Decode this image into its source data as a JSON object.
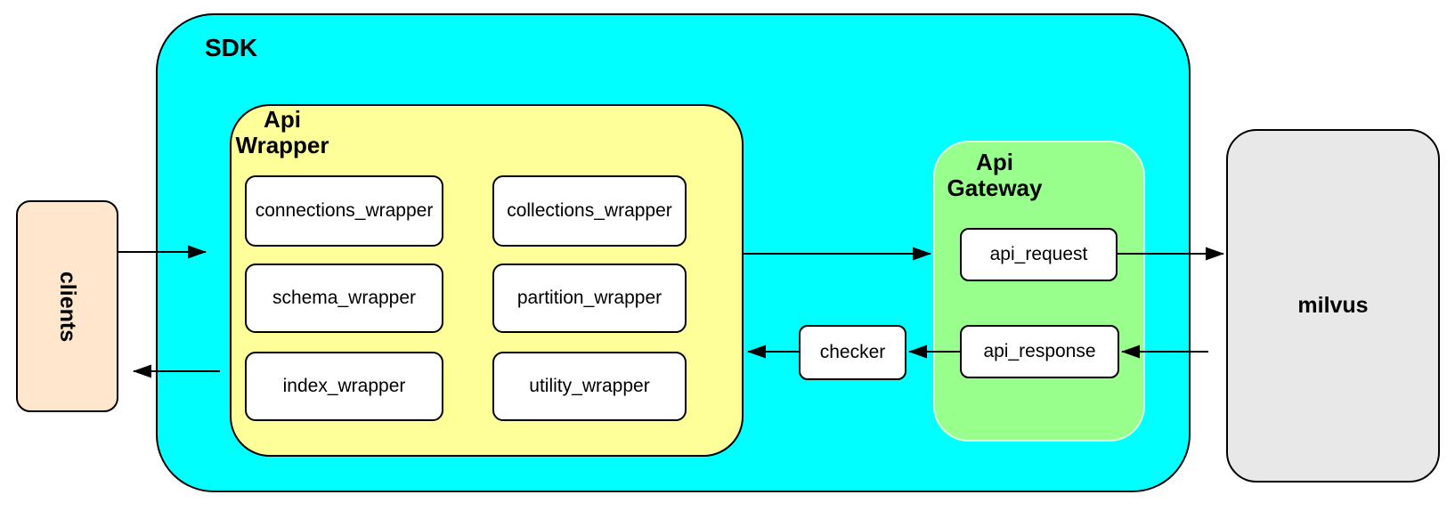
{
  "nodes": {
    "clients": "clients",
    "sdk": "SDK",
    "api_wrapper": {
      "title": "Api Wrapper",
      "children": [
        "connections_wrapper",
        "collections_wrapper",
        "schema_wrapper",
        "partition_wrapper",
        "index_wrapper",
        "utility_wrapper"
      ]
    },
    "checker": "checker",
    "api_gateway": {
      "title": "Api Gateway",
      "children": [
        "api_request",
        "api_response"
      ]
    },
    "milvus": "milvus"
  },
  "edges": [
    {
      "from": "clients",
      "to": "api_wrapper",
      "direction": "right"
    },
    {
      "from": "api_wrapper",
      "to": "clients",
      "direction": "left"
    },
    {
      "from": "api_wrapper",
      "to": "api_gateway",
      "direction": "right"
    },
    {
      "from": "api_request",
      "to": "milvus",
      "direction": "right"
    },
    {
      "from": "milvus",
      "to": "api_response",
      "direction": "left"
    },
    {
      "from": "api_response",
      "to": "checker",
      "direction": "left"
    },
    {
      "from": "checker",
      "to": "api_wrapper",
      "direction": "left"
    }
  ],
  "colors": {
    "sdk_fill": "#00ffff",
    "api_wrapper_fill": "#ffff99",
    "api_gateway_fill": "#99ff8c",
    "clients_fill": "#ffe6cc",
    "milvus_fill": "#e8e8e8",
    "node_fill": "#ffffff",
    "stroke": "#000000"
  }
}
